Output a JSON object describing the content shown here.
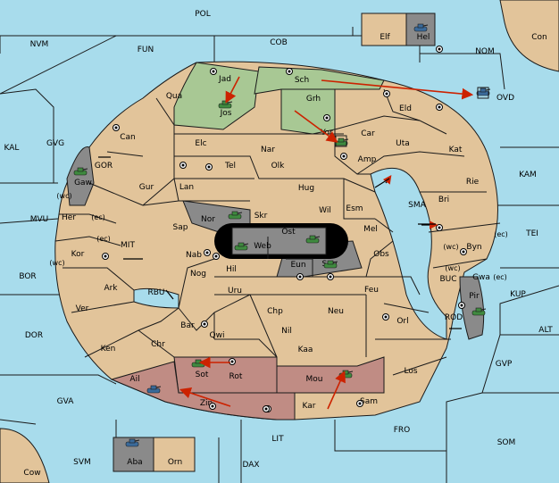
{
  "colors": {
    "sea": "#a8dcec",
    "land": "#e2c49a",
    "land_green": "#a8c894",
    "land_red": "#c08c84",
    "land_gray": "#8a8a8a",
    "border": "#1a1a1a",
    "arrow": "#cc2200",
    "unit": "#3f8a3f",
    "fleet": "#3a6a9a"
  },
  "labels": {
    "sea_outer": [
      "POL",
      "NVM",
      "FUN",
      "COB",
      "NOM",
      "Con",
      "KAL",
      "GVG",
      "GOR",
      "MVU",
      "MIT",
      "BOR",
      "DOR",
      "RBU",
      "GVA",
      "SVM",
      "DAX",
      "LIT",
      "FRO",
      "SOM",
      "ALT",
      "GVP",
      "KUP",
      "TEI",
      "KAM",
      "OVD",
      "SMA",
      "BUC",
      "ROD",
      "Cow"
    ],
    "land": [
      "Jad",
      "Qua",
      "Jos",
      "Sch",
      "Grh",
      "Eld",
      "Can",
      "Elc",
      "Nar",
      "Yor",
      "Car",
      "Uta",
      "Kat",
      "Tel",
      "Olk",
      "Amp",
      "Gur",
      "Lan",
      "Hug",
      "Rie",
      "Bri",
      "Gaw",
      "Her",
      "Nor",
      "Skr",
      "Wil",
      "Esm",
      "Sap",
      "Ost",
      "Mel",
      "Kor",
      "Web",
      "Byn",
      "Nab",
      "Eun",
      "Sun",
      "Obs",
      "Gwa",
      "Ark",
      "Hil",
      "Nog",
      "Uru",
      "Feu",
      "Pir",
      "Ver",
      "Chp",
      "Neu",
      "Bar",
      "Qwi",
      "Nil",
      "Orl",
      "Ken",
      "Chr",
      "Kaa",
      "Sot",
      "Rot",
      "Los",
      "Ail",
      "Mou",
      "Zin",
      "Kar",
      "Sam",
      "Elf",
      "Hel",
      "Aba",
      "Orn"
    ],
    "coast_notes": [
      "(wc)",
      "(ec)",
      "(ec)",
      "(wc)",
      "(wc)",
      "(ec)",
      "(wc)",
      "(ec)"
    ]
  }
}
